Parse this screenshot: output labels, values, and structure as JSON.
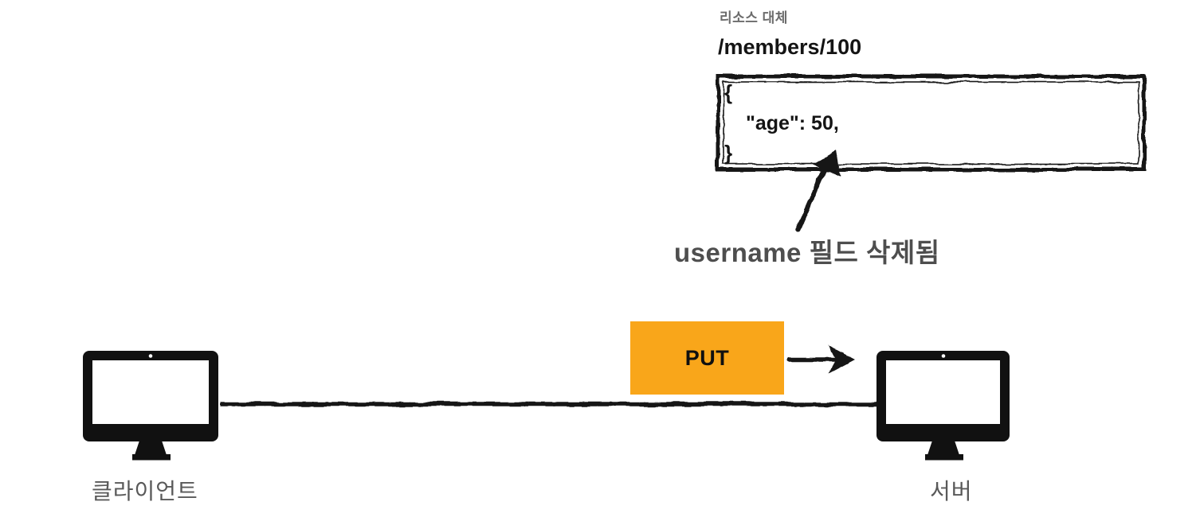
{
  "annotation": {
    "caption": "리소스 대체",
    "resource_path": "/members/100",
    "body_lines": [
      "{",
      "\"age\": 50,",
      "}"
    ],
    "note": "username 필드 삭제됨"
  },
  "request": {
    "method": "PUT"
  },
  "client": {
    "label": "클라이언트",
    "icon": "desktop-monitor"
  },
  "server": {
    "label": "서버",
    "icon": "desktop-monitor"
  },
  "icons": {
    "note_arrow": "arrow-up-right",
    "request_arrow": "arrow-right",
    "connector": "horizontal-sketch-line",
    "json_box_border": "sketch-double-rectangle"
  },
  "colors": {
    "accent_orange": "#F9A61A",
    "ink": "#161616",
    "caption_gray": "#6B6B6B",
    "note_gray": "#4E4E4E",
    "label_gray": "#595959"
  }
}
